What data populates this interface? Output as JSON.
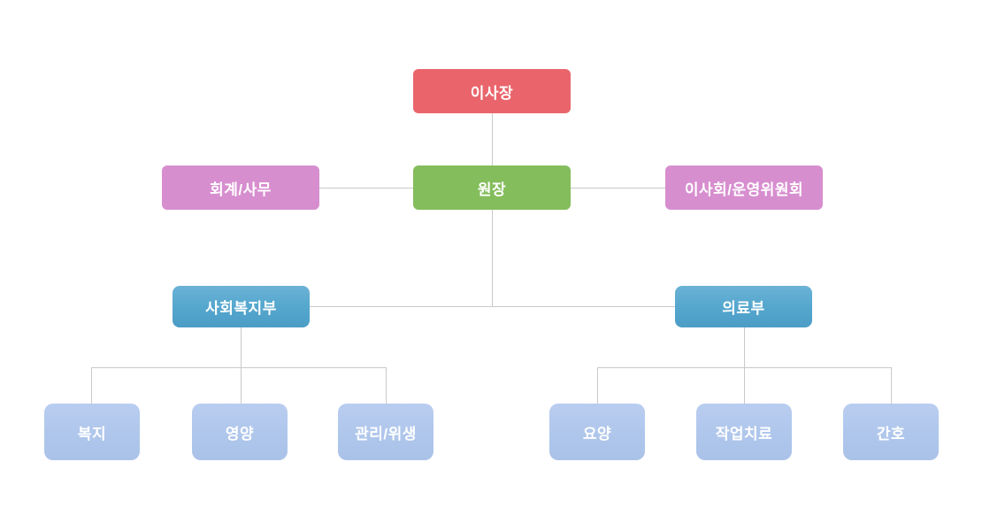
{
  "diagram": {
    "type": "org-chart",
    "colors": {
      "chairman_box": "#e9656b",
      "staff_box": "#d78ecf",
      "director_box": "#84bd5c",
      "dept_box_top": "#6cb2d6",
      "dept_box_bottom": "#4c9dc6",
      "team_box": "#b0c7ec",
      "connector_line": "#c9c9c9",
      "label_text": "#ffffff",
      "background": "#ffffff"
    },
    "nodes": {
      "chairman": {
        "label": "이사장"
      },
      "accounting": {
        "label": "회계/사무"
      },
      "director": {
        "label": "원장"
      },
      "board": {
        "label": "이사회/운영위원회"
      },
      "social_welfare_dept": {
        "label": "사회복지부"
      },
      "medical_dept": {
        "label": "의료부"
      },
      "welfare": {
        "label": "복지"
      },
      "nutrition": {
        "label": "영양"
      },
      "management_hygiene": {
        "label": "관리/위생"
      },
      "care": {
        "label": "요양"
      },
      "occupational_therapy": {
        "label": "작업치료"
      },
      "nursing": {
        "label": "간호"
      }
    },
    "hierarchy": [
      {
        "parent": "이사장",
        "children": [
          "원장"
        ]
      },
      {
        "parent": "원장",
        "children": [
          "회계/사무",
          "이사회/운영위원회",
          "사회복지부",
          "의료부"
        ]
      },
      {
        "parent": "사회복지부",
        "children": [
          "복지",
          "영양",
          "관리/위생"
        ]
      },
      {
        "parent": "의료부",
        "children": [
          "요양",
          "작업치료",
          "간호"
        ]
      }
    ]
  }
}
